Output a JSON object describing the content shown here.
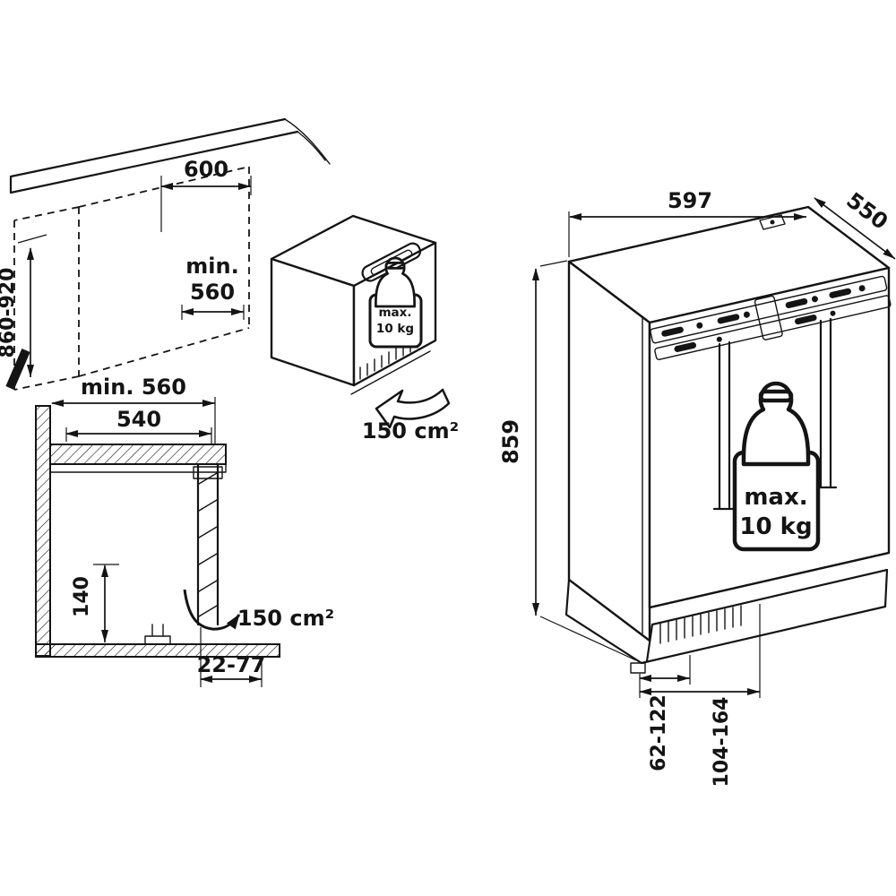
{
  "niche_view": {
    "width_label": "600",
    "depth_label_line1": "min.",
    "depth_label_line2": "560",
    "height_label": "860-920",
    "vent_label": "150 cm²",
    "weight_label_line1": "max.",
    "weight_label_line2": "10 kg"
  },
  "section_view": {
    "depth_label": "min. 560",
    "worktop_label": "540",
    "base_height_label": "140",
    "vent_label": "150 cm²",
    "plinth_label": "22-77"
  },
  "appliance_view": {
    "width_label": "597",
    "depth_label": "550",
    "height_label": "859",
    "weight_label_line1": "max.",
    "weight_label_line2": "10 kg",
    "foot_range_label_1": "62-122",
    "foot_range_label_2": "104-164"
  }
}
